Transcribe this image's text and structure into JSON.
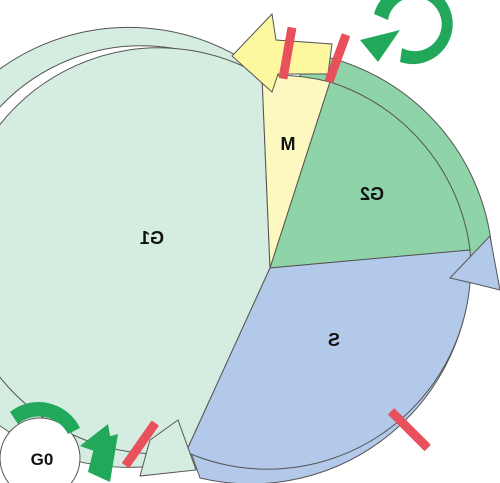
{
  "diagram": {
    "phases": [
      {
        "id": "m",
        "label": "M",
        "color": "#fdf7c0"
      },
      {
        "id": "g2",
        "label": "G2",
        "color": "#8fd3a8"
      },
      {
        "id": "s",
        "label": "S",
        "color": "#b3c9ea"
      },
      {
        "id": "g1",
        "label": "G1",
        "color": "#d5ede0"
      }
    ],
    "g0": {
      "label": "G0",
      "color": "#ffffff"
    },
    "arrows": {
      "g1_arc_color": "#d5ede0",
      "g2_m_arc_color": "#8fd3a8",
      "s_arc_color": "#b3c9ea",
      "m_arrow_color": "#fdf7a0",
      "loop_arrow_color": "#22a85a"
    },
    "checkpoint_color": "#e8505b",
    "stroke_color": "#555555"
  }
}
